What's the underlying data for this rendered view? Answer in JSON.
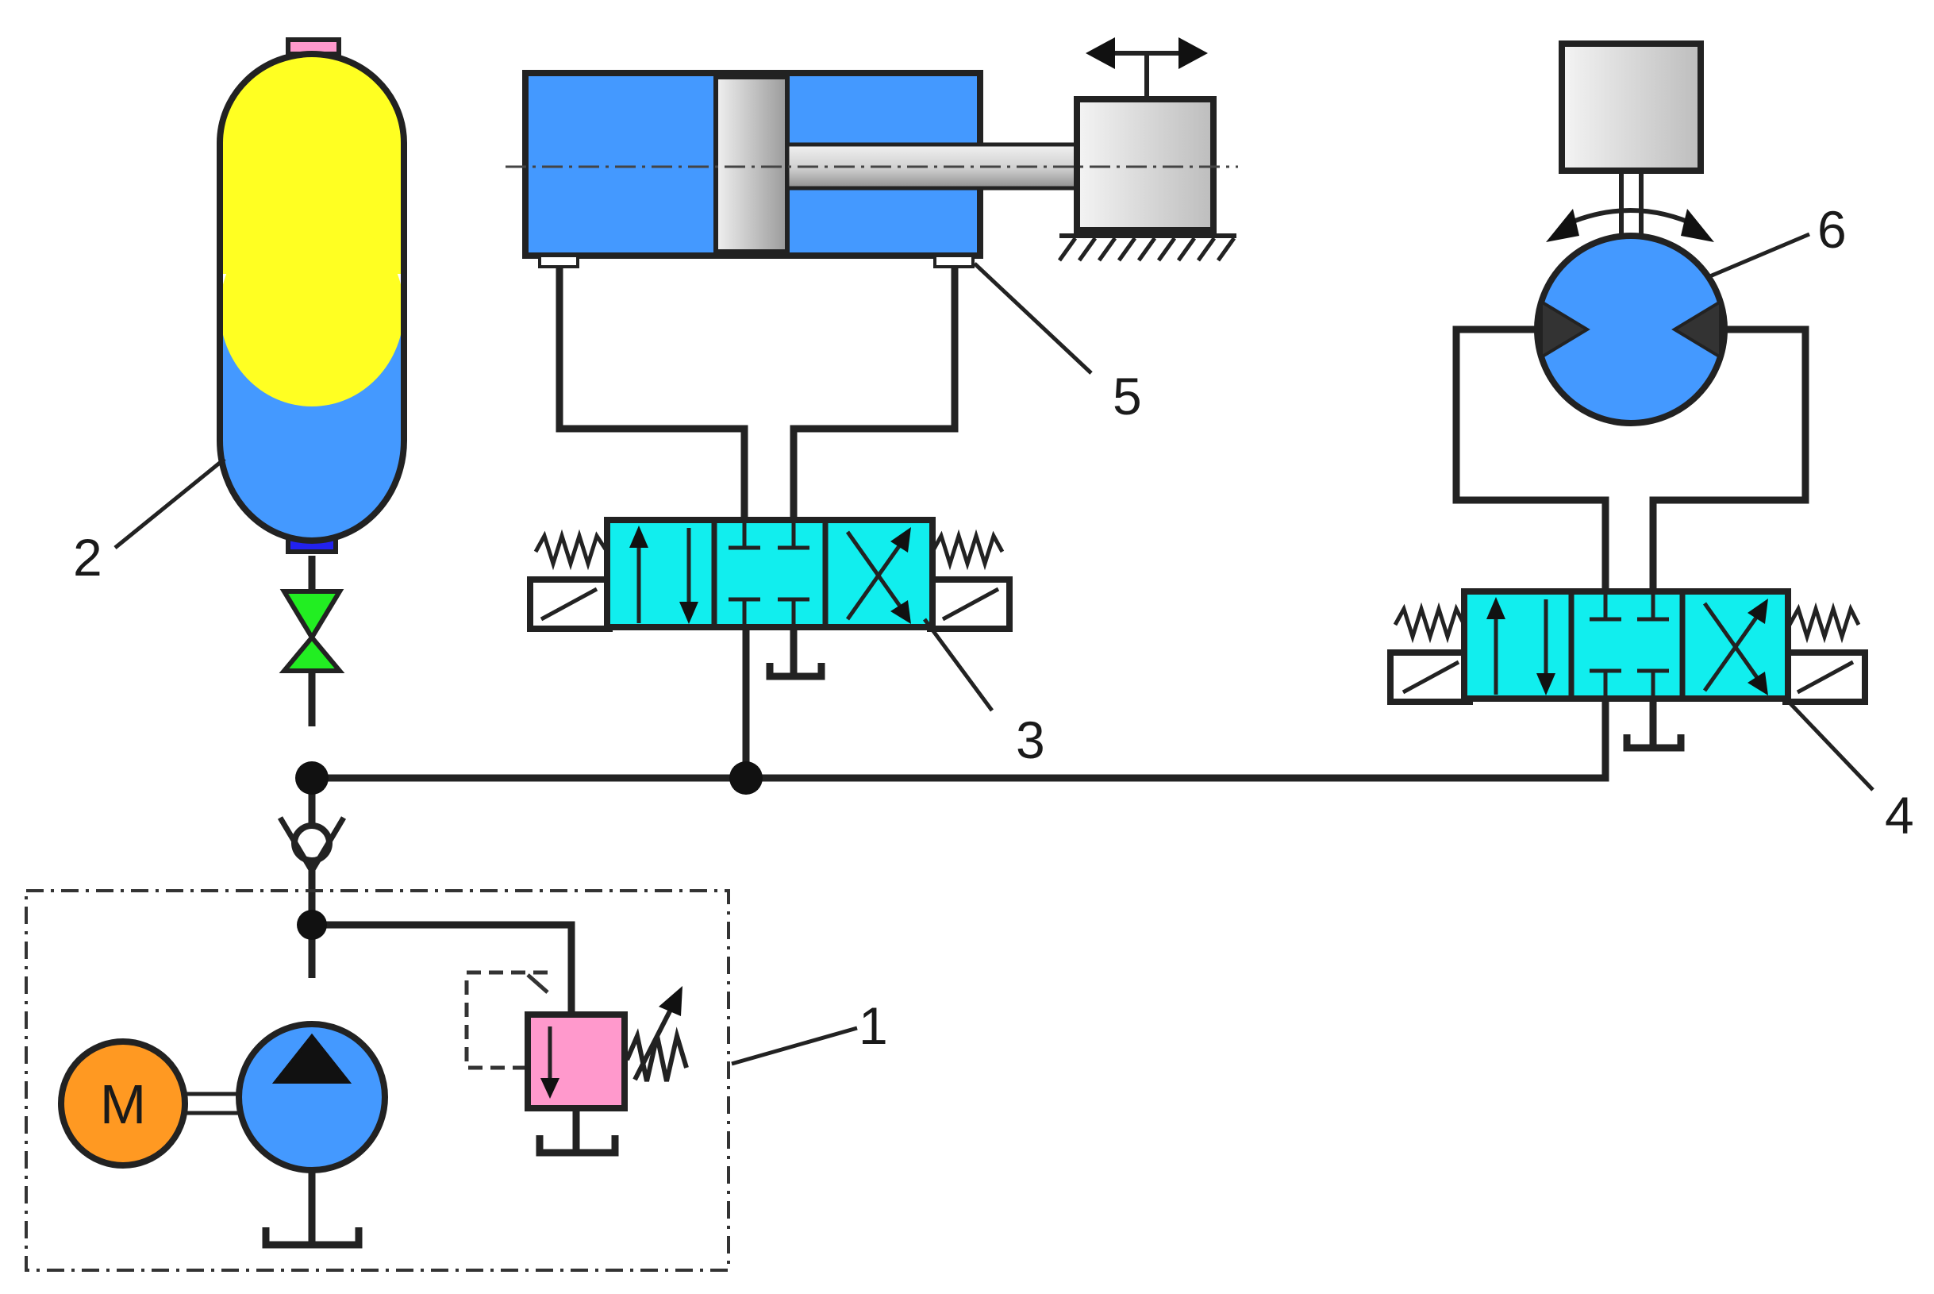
{
  "labels": {
    "l1": "1",
    "l2": "2",
    "l3": "3",
    "l4": "4",
    "l5": "5",
    "l6": "6"
  },
  "motor": {
    "letter": "M"
  },
  "colors": {
    "hydraulic_blue": "#4499FF",
    "gas_yellow": "#FFFF22",
    "valve_cyan": "#11EEEE",
    "motor_orange": "#FF9922",
    "relief_pink": "#FF99CC",
    "shutoff_green": "#22EE22",
    "line_dark": "#222222",
    "load_gray": "#DCDCDC"
  },
  "icons": [
    "motor-icon",
    "pump-icon",
    "relief-valve-icon",
    "check-valve-icon",
    "shutoff-valve-icon",
    "accumulator-icon",
    "directional-valve-icon",
    "hydraulic-cylinder-icon",
    "hydraulic-motor-icon",
    "tank-icon",
    "spring-icon"
  ]
}
